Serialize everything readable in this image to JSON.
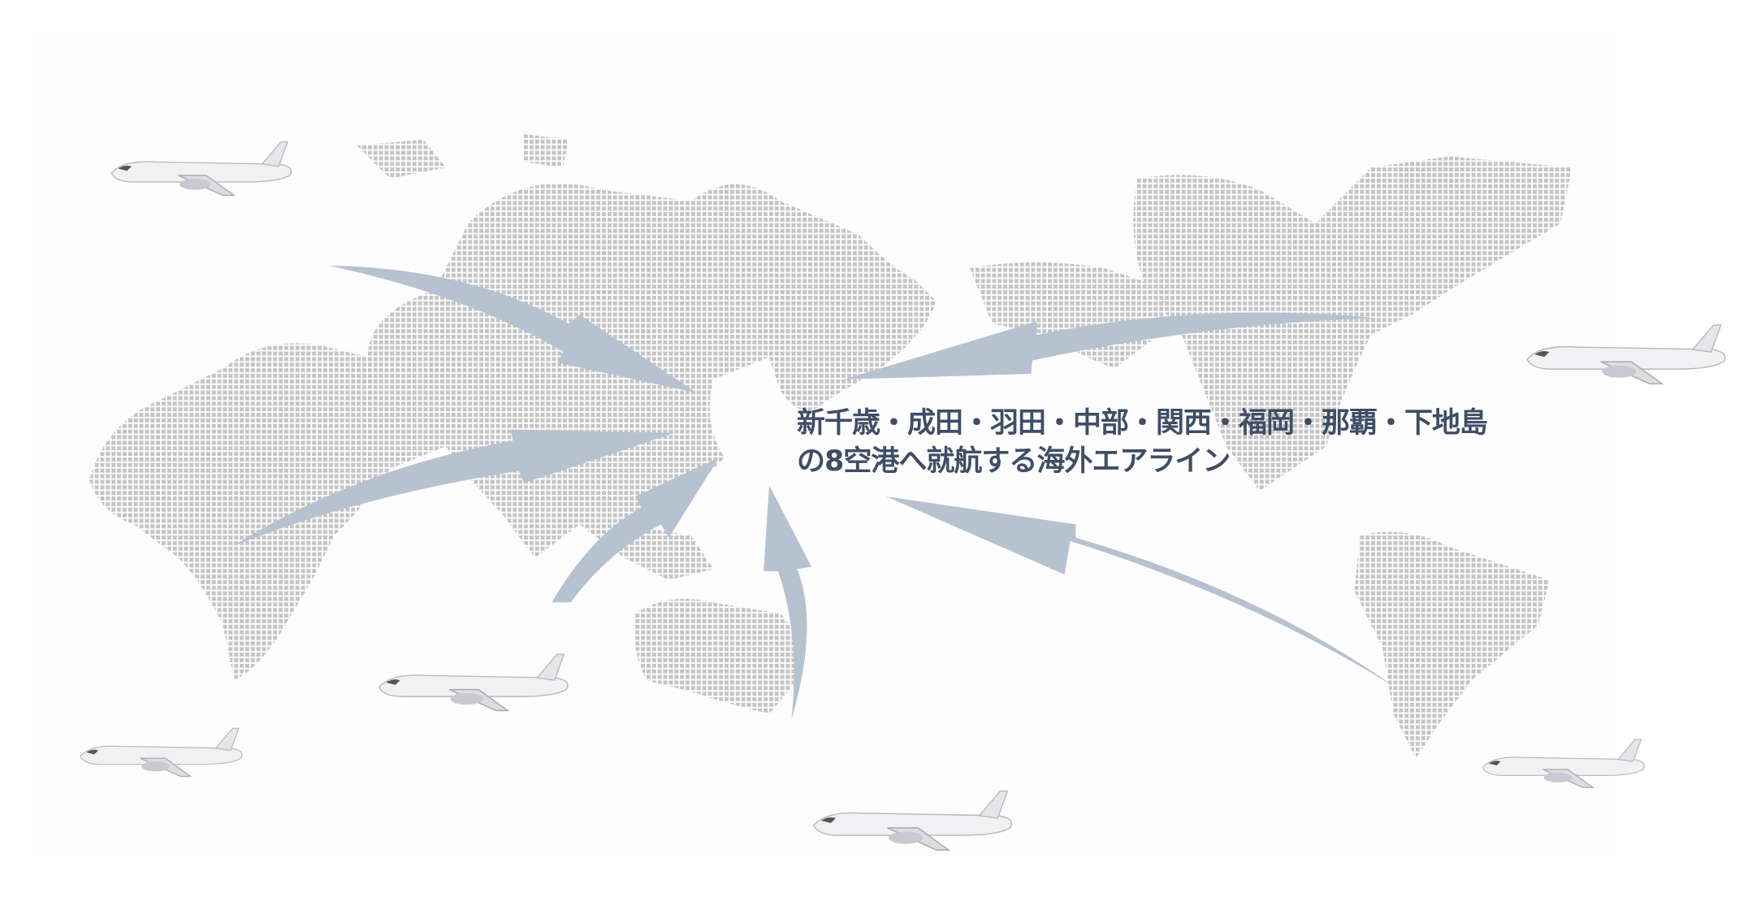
{
  "caption": {
    "line1": "新千歳・成田・羽田・中部・関西・福岡・那覇・下地島",
    "line2": "の8空港へ就航する海外エアライン"
  },
  "colors": {
    "text": "#3f4d66",
    "arrow": "#b7c2d0",
    "map_dot": "#c4c4c4"
  },
  "icons": [
    "world-map-dotted",
    "airplane-icon",
    "arrow-icon"
  ]
}
